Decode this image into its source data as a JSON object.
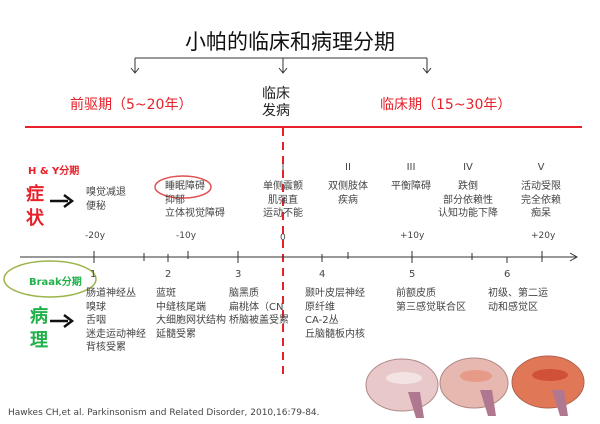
{
  "title": "小帕的临床和病理分期",
  "phases": {
    "prodromal": "前驱期（5~20年）",
    "onset": [
      "临床",
      "发病"
    ],
    "clinical": "临床期（15~30年）"
  },
  "symptoms": {
    "hy_label": "H & Y分期",
    "label": [
      "症",
      "状"
    ],
    "columns": [
      {
        "stage": "",
        "items": [
          "嗅觉减退",
          "便秘"
        ]
      },
      {
        "stage": "",
        "items": [
          "睡眠障碍",
          "抑郁",
          "立体视觉障碍"
        ],
        "circled": "睡眠障碍"
      },
      {
        "stage": "I",
        "items": [
          "单侧震颤",
          "肌强直",
          "运动不能"
        ]
      },
      {
        "stage": "II",
        "items": [
          "双侧肢体",
          "疾病"
        ]
      },
      {
        "stage": "III",
        "items": [
          "平衡障碍"
        ]
      },
      {
        "stage": "IV",
        "items": [
          "跌倒",
          "部分依赖性",
          "认知功能下降"
        ]
      },
      {
        "stage": "V",
        "items": [
          "活动受限",
          "完全依赖",
          "痴呆"
        ]
      }
    ]
  },
  "timeline": {
    "ticks": [
      "-20y",
      "-10y",
      "0",
      "+10y",
      "+20y"
    ]
  },
  "pathology": {
    "braak_label": "Braak分期",
    "label": [
      "病",
      "理"
    ],
    "columns": [
      {
        "stage": "1",
        "items": [
          "肠道神经丛",
          "嗅球",
          "舌咽",
          "迷走运动神经",
          "背核受累"
        ]
      },
      {
        "stage": "2",
        "items": [
          "蓝斑",
          "中缝核尾端",
          "大细胞网状结构",
          "延髓受累"
        ]
      },
      {
        "stage": "3",
        "items": [
          "脑黑质",
          "扁桃体（CN",
          "桥脑被盖受累"
        ]
      },
      {
        "stage": "4",
        "items": [
          "颞叶皮层神经",
          "原纤维",
          "CA-2丛",
          "丘脑髓板内核"
        ]
      },
      {
        "stage": "5",
        "items": [
          "前额皮质",
          "第三感觉联合区"
        ]
      },
      {
        "stage": "6",
        "items": [
          "初级、第二运",
          "动和感觉区"
        ]
      }
    ]
  },
  "citation": "Hawkes CH,et al. Parkinsonism and Related Disorder, 2010,16:79-84.",
  "colors": {
    "red": "#e8202a",
    "green": "#22b04a",
    "ellipse_green": "#9bb54a"
  }
}
